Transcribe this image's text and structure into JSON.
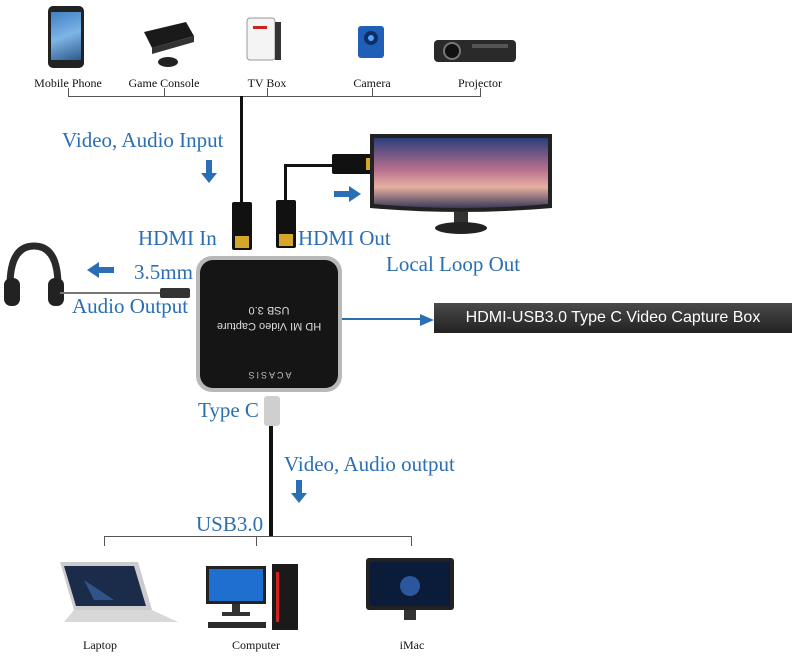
{
  "sources": [
    {
      "name": "Mobile Phone",
      "icon": "mobile-phone-icon"
    },
    {
      "name": "Game Console",
      "icon": "game-console-icon"
    },
    {
      "name": "TV Box",
      "icon": "tv-box-icon"
    },
    {
      "name": "Camera",
      "icon": "camera-icon"
    },
    {
      "name": "Projector",
      "icon": "projector-icon"
    }
  ],
  "labels": {
    "video_audio_input": "Video, Audio Input",
    "hdmi_in": "HDMI In",
    "hdmi_out": "HDMI Out",
    "local_loop_out": "Local Loop Out",
    "mm": "3.5mm",
    "audio_output": "Audio Output",
    "type_c": "Type C",
    "video_audio_output": "Video, Audio output",
    "usb": "USB3.0"
  },
  "device": {
    "line1": "HD MI Video Capture",
    "line2": "USB 3.0",
    "brand": "ACASIS"
  },
  "callout": "HDMI-USB3.0 Type C Video Capture Box",
  "outputs": [
    {
      "name": "Laptop",
      "icon": "laptop-icon"
    },
    {
      "name": "Computer",
      "icon": "computer-icon"
    },
    {
      "name": "iMac",
      "icon": "imac-icon"
    }
  ],
  "colors": {
    "accent": "#2a6fb3",
    "device": "#151515",
    "callout_bg": "#333333"
  }
}
